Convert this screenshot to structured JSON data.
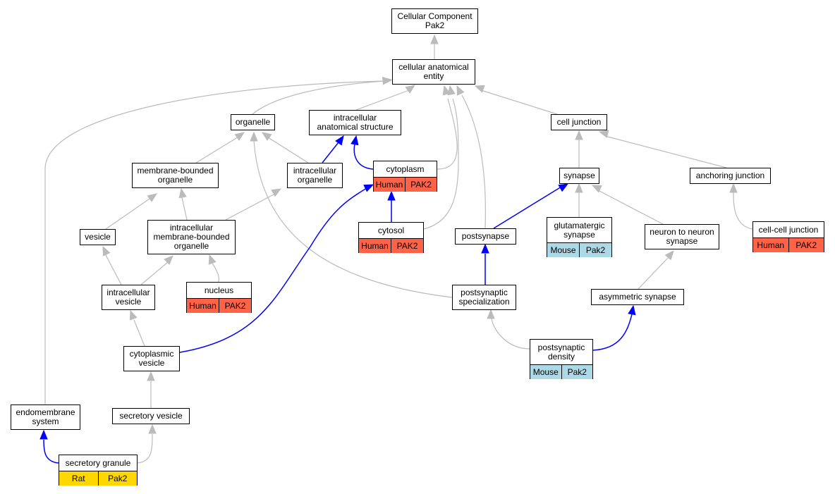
{
  "diagram": {
    "colors": {
      "human": "#ff6347",
      "mouse": "#add8e6",
      "rat": "#ffd700",
      "gray_edge": "#bbbbbb",
      "blue_edge": "#0000ff"
    },
    "nodes": {
      "cellular_component": {
        "label": "Cellular Component\nPak2"
      },
      "cellular_anatomical_entity": {
        "label": "cellular anatomical\nentity"
      },
      "organelle": {
        "label": "organelle"
      },
      "intracellular_anatomical_structure": {
        "label": "intracellular\nanatomical structure"
      },
      "cell_junction": {
        "label": "cell junction"
      },
      "membrane_bounded_organelle": {
        "label": "membrane-bounded\norganelle"
      },
      "intracellular_organelle": {
        "label": "intracellular\norganelle"
      },
      "cytoplasm": {
        "label": "cytoplasm",
        "species": "Human",
        "gene": "PAK2"
      },
      "synapse": {
        "label": "synapse"
      },
      "anchoring_junction": {
        "label": "anchoring junction"
      },
      "vesicle": {
        "label": "vesicle"
      },
      "intracellular_membrane_bounded_organelle": {
        "label": "intracellular\nmembrane-bounded\norganelle"
      },
      "cytosol": {
        "label": "cytosol",
        "species": "Human",
        "gene": "PAK2"
      },
      "postsynapse": {
        "label": "postsynapse"
      },
      "glutamatergic_synapse": {
        "label": "glutamatergic\nsynapse",
        "species": "Mouse",
        "gene": "Pak2"
      },
      "neuron_to_neuron_synapse": {
        "label": "neuron to neuron\nsynapse"
      },
      "cell_cell_junction": {
        "label": "cell-cell junction",
        "species": "Human",
        "gene": "PAK2"
      },
      "intracellular_vesicle": {
        "label": "intracellular\nvesicle"
      },
      "nucleus": {
        "label": "nucleus",
        "species": "Human",
        "gene": "PAK2"
      },
      "postsynaptic_specialization": {
        "label": "postsynaptic\nspecialization"
      },
      "asymmetric_synapse": {
        "label": "asymmetric synapse"
      },
      "cytoplasmic_vesicle": {
        "label": "cytoplasmic\nvesicle"
      },
      "postsynaptic_density": {
        "label": "postsynaptic\ndensity",
        "species": "Mouse",
        "gene": "Pak2"
      },
      "endomembrane_system": {
        "label": "endomembrane\nsystem"
      },
      "secretory_vesicle": {
        "label": "secretory vesicle"
      },
      "secretory_granule": {
        "label": "secretory granule",
        "species": "Rat",
        "gene": "Pak2"
      }
    },
    "edges": [
      {
        "from": "cellular_anatomical_entity",
        "to": "cellular_component",
        "type": "is_a"
      },
      {
        "from": "organelle",
        "to": "cellular_anatomical_entity",
        "type": "is_a"
      },
      {
        "from": "intracellular_anatomical_structure",
        "to": "cellular_anatomical_entity",
        "type": "is_a"
      },
      {
        "from": "cell_junction",
        "to": "cellular_anatomical_entity",
        "type": "is_a"
      },
      {
        "from": "cytoplasm",
        "to": "cellular_anatomical_entity",
        "type": "is_a"
      },
      {
        "from": "cytosol",
        "to": "cellular_anatomical_entity",
        "type": "is_a"
      },
      {
        "from": "postsynapse",
        "to": "cellular_anatomical_entity",
        "type": "is_a"
      },
      {
        "from": "endomembrane_system",
        "to": "cellular_anatomical_entity",
        "type": "is_a"
      },
      {
        "from": "membrane_bounded_organelle",
        "to": "organelle",
        "type": "is_a"
      },
      {
        "from": "intracellular_organelle",
        "to": "organelle",
        "type": "is_a"
      },
      {
        "from": "postsynaptic_specialization",
        "to": "organelle",
        "type": "is_a"
      },
      {
        "from": "intracellular_organelle",
        "to": "intracellular_anatomical_structure",
        "type": "part_of"
      },
      {
        "from": "cytoplasm",
        "to": "intracellular_anatomical_structure",
        "type": "part_of"
      },
      {
        "from": "synapse",
        "to": "cell_junction",
        "type": "is_a"
      },
      {
        "from": "anchoring_junction",
        "to": "cell_junction",
        "type": "is_a"
      },
      {
        "from": "cytosol",
        "to": "cytoplasm",
        "type": "part_of"
      },
      {
        "from": "cytoplasmic_vesicle",
        "to": "cytoplasm",
        "type": "part_of"
      },
      {
        "from": "vesicle",
        "to": "membrane_bounded_organelle",
        "type": "is_a"
      },
      {
        "from": "intracellular_membrane_bounded_organelle",
        "to": "membrane_bounded_organelle",
        "type": "is_a"
      },
      {
        "from": "intracellular_membrane_bounded_organelle",
        "to": "intracellular_organelle",
        "type": "is_a"
      },
      {
        "from": "postsynapse",
        "to": "synapse",
        "type": "part_of"
      },
      {
        "from": "glutamatergic_synapse",
        "to": "synapse",
        "type": "is_a"
      },
      {
        "from": "neuron_to_neuron_synapse",
        "to": "synapse",
        "type": "is_a"
      },
      {
        "from": "cell_cell_junction",
        "to": "anchoring_junction",
        "type": "is_a"
      },
      {
        "from": "intracellular_vesicle",
        "to": "vesicle",
        "type": "is_a"
      },
      {
        "from": "intracellular_vesicle",
        "to": "intracellular_membrane_bounded_organelle",
        "type": "is_a"
      },
      {
        "from": "nucleus",
        "to": "intracellular_membrane_bounded_organelle",
        "type": "is_a"
      },
      {
        "from": "postsynaptic_specialization",
        "to": "postsynapse",
        "type": "part_of"
      },
      {
        "from": "asymmetric_synapse",
        "to": "neuron_to_neuron_synapse",
        "type": "is_a"
      },
      {
        "from": "cytoplasmic_vesicle",
        "to": "intracellular_vesicle",
        "type": "is_a"
      },
      {
        "from": "postsynaptic_density",
        "to": "postsynaptic_specialization",
        "type": "is_a"
      },
      {
        "from": "postsynaptic_density",
        "to": "asymmetric_synapse",
        "type": "part_of"
      },
      {
        "from": "secretory_vesicle",
        "to": "cytoplasmic_vesicle",
        "type": "is_a"
      },
      {
        "from": "secretory_granule",
        "to": "secretory_vesicle",
        "type": "is_a"
      },
      {
        "from": "secretory_granule",
        "to": "endomembrane_system",
        "type": "part_of"
      }
    ]
  }
}
